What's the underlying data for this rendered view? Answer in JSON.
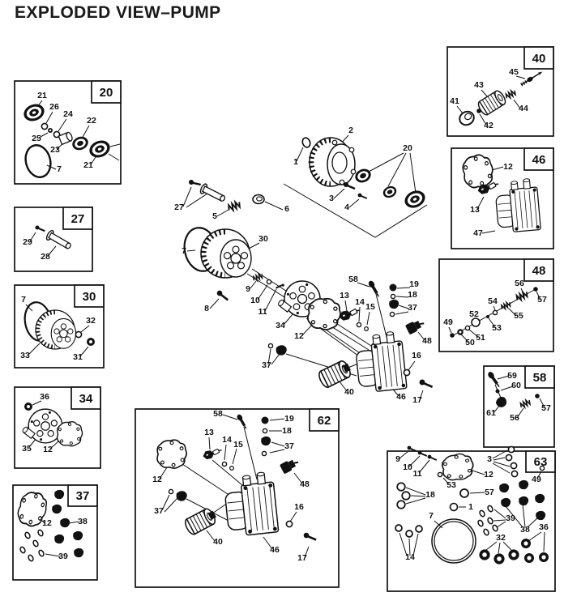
{
  "title": "EXPLODED VIEW–PUMP",
  "regions": {
    "main": {
      "callouts": [
        "1",
        "2",
        "20",
        "3",
        "4",
        "27",
        "5",
        "6",
        "7",
        "30",
        "8",
        "9",
        "10",
        "11",
        "34",
        "12",
        "37",
        "13",
        "14",
        "15",
        "58",
        "19",
        "18",
        "37",
        "48",
        "16",
        "17",
        "40",
        "46"
      ]
    },
    "box20": {
      "label": "20",
      "callouts": [
        "21",
        "26",
        "24",
        "22",
        "25",
        "23",
        "7",
        "21"
      ]
    },
    "box27": {
      "label": "27",
      "callouts": [
        "29",
        "28"
      ]
    },
    "box30": {
      "label": "30",
      "callouts": [
        "7",
        "33",
        "32",
        "31"
      ]
    },
    "box34": {
      "label": "34",
      "callouts": [
        "36",
        "35",
        "12"
      ]
    },
    "box37": {
      "label": "37",
      "callouts": [
        "12",
        "38",
        "39"
      ]
    },
    "box40": {
      "label": "40",
      "callouts": [
        "41",
        "42",
        "43",
        "44",
        "45"
      ]
    },
    "box46": {
      "label": "46",
      "callouts": [
        "12",
        "13",
        "47"
      ]
    },
    "box48": {
      "label": "48",
      "callouts": [
        "49",
        "50",
        "51",
        "52",
        "53",
        "54",
        "55",
        "56",
        "57"
      ]
    },
    "box58": {
      "label": "58",
      "callouts": [
        "59",
        "60",
        "61",
        "56",
        "57"
      ]
    },
    "box62": {
      "label": "62",
      "callouts": [
        "58",
        "19",
        "18",
        "13",
        "14",
        "15",
        "37",
        "12",
        "48",
        "37",
        "40",
        "46",
        "16",
        "17"
      ]
    },
    "box63": {
      "label": "63",
      "callouts": [
        "9",
        "10",
        "11",
        "3",
        "12",
        "49",
        "53",
        "18",
        "57",
        "1",
        "7",
        "39",
        "38",
        "36",
        "14",
        "32"
      ]
    }
  }
}
